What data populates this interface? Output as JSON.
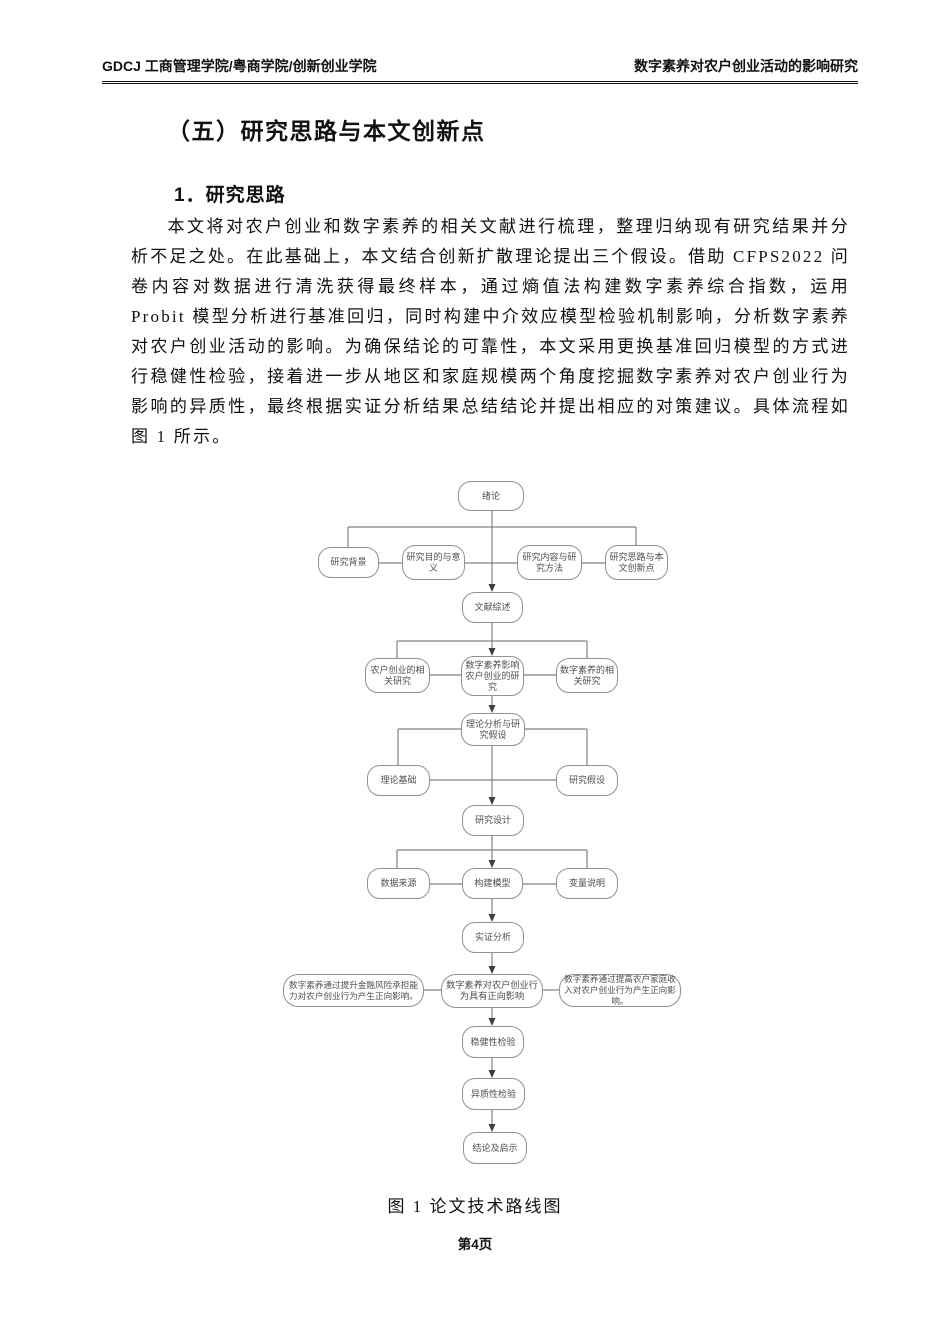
{
  "page": {
    "header": {
      "left": "GDCJ 工商管理学院/粤商学院/创新创业学院",
      "right": "数字素养对农户创业活动的影响研究"
    },
    "title": "（五）研究思路与本文创新点",
    "subtitle": "1．研究思路",
    "paragraph": "本文将对农户创业和数字素养的相关文献进行梳理，整理归纳现有研究结果并分析不足之处。在此基础上，本文结合创新扩散理论提出三个假设。借助 CFPS2022 问卷内容对数据进行清洗获得最终样本，通过熵值法构建数字素养综合指数，运用 Probit 模型分析进行基准回归，同时构建中介效应模型检验机制影响，分析数字素养对农户创业活动的影响。为确保结论的可靠性，本文采用更换基准回归模型的方式进行稳健性检验，接着进一步从地区和家庭规模两个角度挖掘数字素养对农户创业行为影响的异质性，最终根据实证分析结果总结结论并提出相应的对策建议。具体流程如图 1 所示。",
    "figure_caption": "图 1 论文技术路线图",
    "page_number": "第4页"
  },
  "flowchart": {
    "nodes": [
      {
        "label": "绪论"
      },
      {
        "label": "研究背景"
      },
      {
        "label": "研究目的与意义"
      },
      {
        "label": "研究内容与研究方法"
      },
      {
        "label": "研究思路与本文创新点"
      },
      {
        "label": "文献综述"
      },
      {
        "label": "农户创业的相关研究"
      },
      {
        "label": "数字素养影响农户创业的研究"
      },
      {
        "label": "数字素养的相关研究"
      },
      {
        "label": "理论分析与研究假设"
      },
      {
        "label": "理论基础"
      },
      {
        "label": "研究假设"
      },
      {
        "label": "研究设计"
      },
      {
        "label": "数据来源"
      },
      {
        "label": "构建模型"
      },
      {
        "label": "变量说明"
      },
      {
        "label": "实证分析"
      },
      {
        "label": "数字素养通过提升金融风险承担能力对农户创业行为产生正向影响。"
      },
      {
        "label": "数字素养对农户创业行为具有正向影响"
      },
      {
        "label": "数字素养通过提高农户家庭收入对农户创业行为产生正向影响。"
      },
      {
        "label": "稳健性检验"
      },
      {
        "label": "异质性检验"
      },
      {
        "label": "结论及启示"
      }
    ],
    "edges": [
      [
        0,
        1
      ],
      [
        0,
        2
      ],
      [
        0,
        3
      ],
      [
        0,
        4
      ],
      [
        0,
        5
      ],
      [
        5,
        6
      ],
      [
        5,
        7
      ],
      [
        5,
        8
      ],
      [
        7,
        9
      ],
      [
        9,
        10
      ],
      [
        9,
        11
      ],
      [
        9,
        12
      ],
      [
        12,
        13
      ],
      [
        12,
        14
      ],
      [
        12,
        15
      ],
      [
        14,
        16
      ],
      [
        16,
        18
      ],
      [
        18,
        17
      ],
      [
        18,
        19
      ],
      [
        18,
        20
      ],
      [
        20,
        21
      ],
      [
        21,
        22
      ]
    ]
  },
  "colors": {
    "node_border": "#929292",
    "node_text": "#4f4f4f",
    "connector": "#808080",
    "arrowhead": "#3f3f3f",
    "rule": "#111111"
  }
}
